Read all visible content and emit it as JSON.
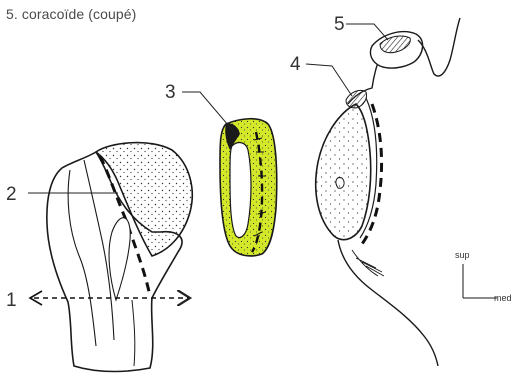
{
  "caption": "5. coracoïde (coupé)",
  "labels": {
    "l1": "1",
    "l2": "2",
    "l3": "3",
    "l4": "4",
    "l5": "5"
  },
  "orientation": {
    "superior": "sup",
    "medial": "med"
  },
  "colors": {
    "highlight": "#d4e82a",
    "ink": "#1a1a1a"
  }
}
